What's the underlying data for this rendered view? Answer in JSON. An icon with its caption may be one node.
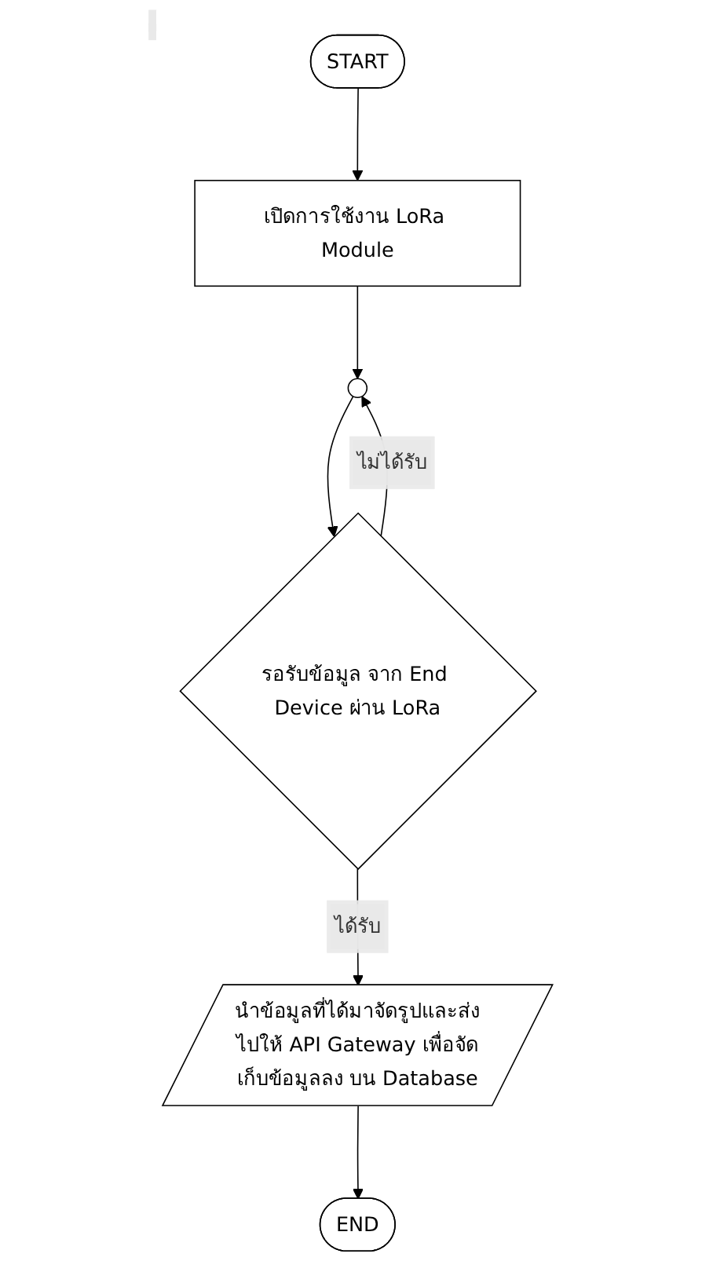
{
  "diagram": {
    "nodes": [
      {
        "text": [
          "START"
        ]
      },
      {
        "text": [
          "เปิดการใช้งาน LoRa Module"
        ]
      },
      {
        "text": [],
        "shape": "circle"
      },
      {
        "text": [
          "รอรับข้อมูล จาก End Device ผ่าน LoRa"
        ]
      },
      {
        "text": [
          "นำข้อมูลที่ได้มาจัดรูปและส่งไปให้ API Gateway เพื่อจัดเก็บข้อมูลลง บน Database"
        ]
      },
      {
        "text": [
          "END"
        ]
      }
    ],
    "edges": [
      {
        "from": 0,
        "to": 1,
        "arrow": "to"
      },
      {
        "from": 1,
        "to": 2,
        "arrow": "to"
      },
      {
        "from": 2,
        "to": 3,
        "arrow": "to"
      },
      {
        "from": 3,
        "to": 2,
        "arrow": "to",
        "label": "ไม่ได้รับ"
      },
      {
        "from": 3,
        "to": 4,
        "arrow": "to",
        "label": "ได้รับ"
      },
      {
        "from": 4,
        "to": 5,
        "arrow": "to"
      }
    ]
  }
}
